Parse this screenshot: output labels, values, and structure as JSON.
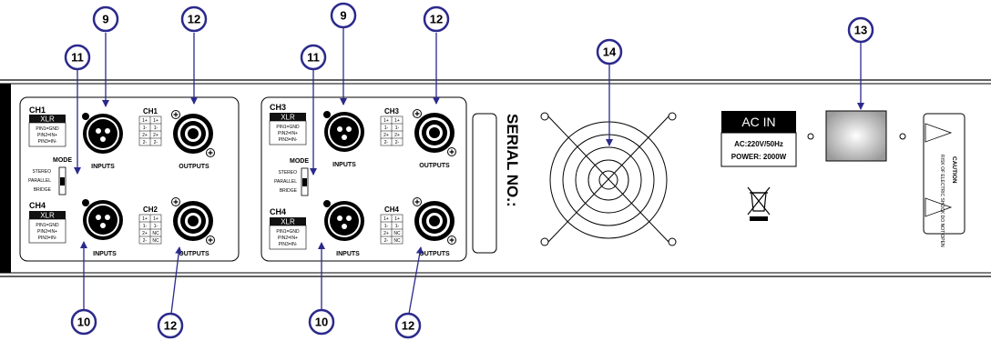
{
  "callouts": {
    "c9": "9",
    "c10": "10",
    "c11": "11",
    "c12": "12",
    "c13": "13",
    "c14": "14"
  },
  "channel_blocks": [
    {
      "top_channel": "CH1",
      "bottom_channel": "CH4",
      "top_xlr": {
        "title": "XLR",
        "pins": [
          "PIN1=GND",
          "PIN2=IN+",
          "PIN3=IN-"
        ]
      },
      "bottom_xlr": {
        "title": "XLR",
        "pins": [
          "PIN1=GND",
          "PIN2=IN+",
          "PIN3=IN-"
        ]
      },
      "top_speakon_label": "CH1",
      "bottom_speakon_label": "CH2",
      "top_pin_table": [
        [
          "1+",
          "1+"
        ],
        [
          "1-",
          "1-"
        ],
        [
          "2+",
          "2+"
        ],
        [
          "2-",
          "2-"
        ]
      ],
      "bottom_pin_table": [
        [
          "1+",
          "1+"
        ],
        [
          "1-",
          "1-"
        ],
        [
          "2+",
          "NC"
        ],
        [
          "2-",
          "NC"
        ]
      ],
      "inputs_label": "INPUTS",
      "outputs_label": "OUTPUTS"
    },
    {
      "top_channel": "CH3",
      "bottom_channel": "CH4",
      "top_xlr": {
        "title": "XLR",
        "pins": [
          "PIN1=GND",
          "PIN2=IN+",
          "PIN3=IN-"
        ]
      },
      "bottom_xlr": {
        "title": "XLR",
        "pins": [
          "PIN1=GND",
          "PIN2=IN+",
          "PIN3=IN-"
        ]
      },
      "top_speakon_label": "CH3",
      "bottom_speakon_label": "CH4",
      "top_pin_table": [
        [
          "1+",
          "1+"
        ],
        [
          "1-",
          "1-"
        ],
        [
          "2+",
          "2+"
        ],
        [
          "2-",
          "2-"
        ]
      ],
      "bottom_pin_table": [
        [
          "1+",
          "1+"
        ],
        [
          "1-",
          "1-"
        ],
        [
          "2+",
          "NC"
        ],
        [
          "2-",
          "NC"
        ]
      ],
      "inputs_label": "INPUTS",
      "outputs_label": "OUTPUTS"
    }
  ],
  "mode_switch": {
    "title": "MODE",
    "options": [
      "STEREO",
      "PARALLEL",
      "BRIDGE"
    ]
  },
  "serial": "SERIAL NO.:",
  "ac_label": {
    "title": "AC IN",
    "line1": "AC:220V/50Hz",
    "line2": "POWER: 2000W"
  },
  "caution": {
    "title": "CAUTION",
    "text": "RISK OF ELECTRIC SHOCK DO NOT OPEN"
  },
  "colors": {
    "callout": "#2b2a8c",
    "line": "#000000"
  }
}
